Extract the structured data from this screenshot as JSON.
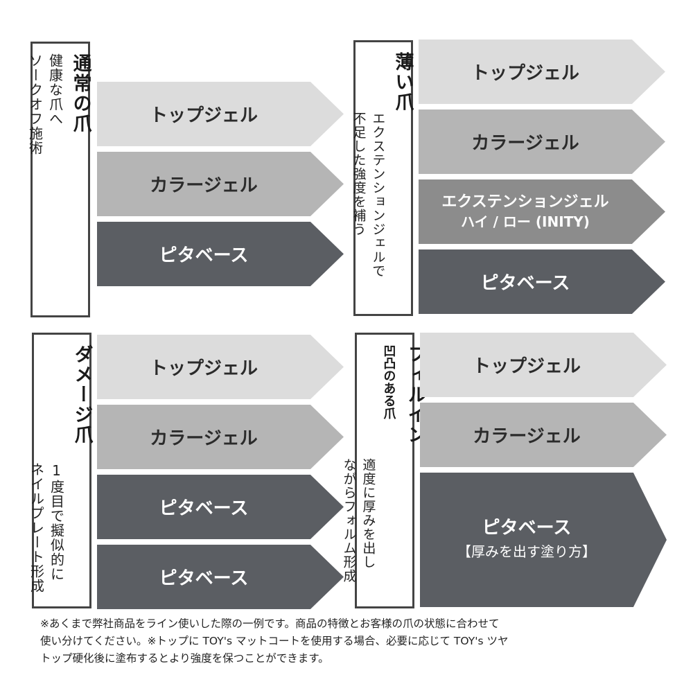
{
  "quadrants": {
    "normal": {
      "title": "通常の爪",
      "sub": [
        "健康な爪へ",
        "ソークオフ施術"
      ],
      "arrows": [
        "トップジェル",
        "カラージェル",
        "ピタベース"
      ]
    },
    "thin": {
      "title": "薄い爪",
      "sub": [
        "エクステンションジェルで",
        "不足した強度を補う"
      ],
      "arrows": [
        "トップジェル",
        "カラージェル",
        "エクステンションジェル",
        "ハイ / ロー (INITY)",
        "ピタベース"
      ]
    },
    "damaged": {
      "title": "ダメージ爪",
      "sub": [
        "1度目で擬似的に",
        "ネイルプレート形成"
      ],
      "arrows": [
        "トップジェル",
        "カラージェル",
        "ピタベース",
        "ピタベース"
      ]
    },
    "fillin": {
      "title": "フィルイン",
      "subtitle": "凹凸のある爪",
      "sub": [
        "適度に厚みを出し",
        "ながらフォルム形成"
      ],
      "arrows": [
        "トップジェル",
        "カラージェル",
        "ピタベース",
        "【厚みを出す塗り方】"
      ]
    }
  },
  "note": {
    "line1": "※あくまで弊社商品をライン使いした際の一例です。商品の特徴とお客様の爪の状態に合わせて",
    "line2": "使い分けてください。※トップに TOY's マットコートを使用する場合、必要に応じて TOY's ツヤ",
    "line3": "トップ硬化後に塗布するとより強度を保つことができます。"
  }
}
